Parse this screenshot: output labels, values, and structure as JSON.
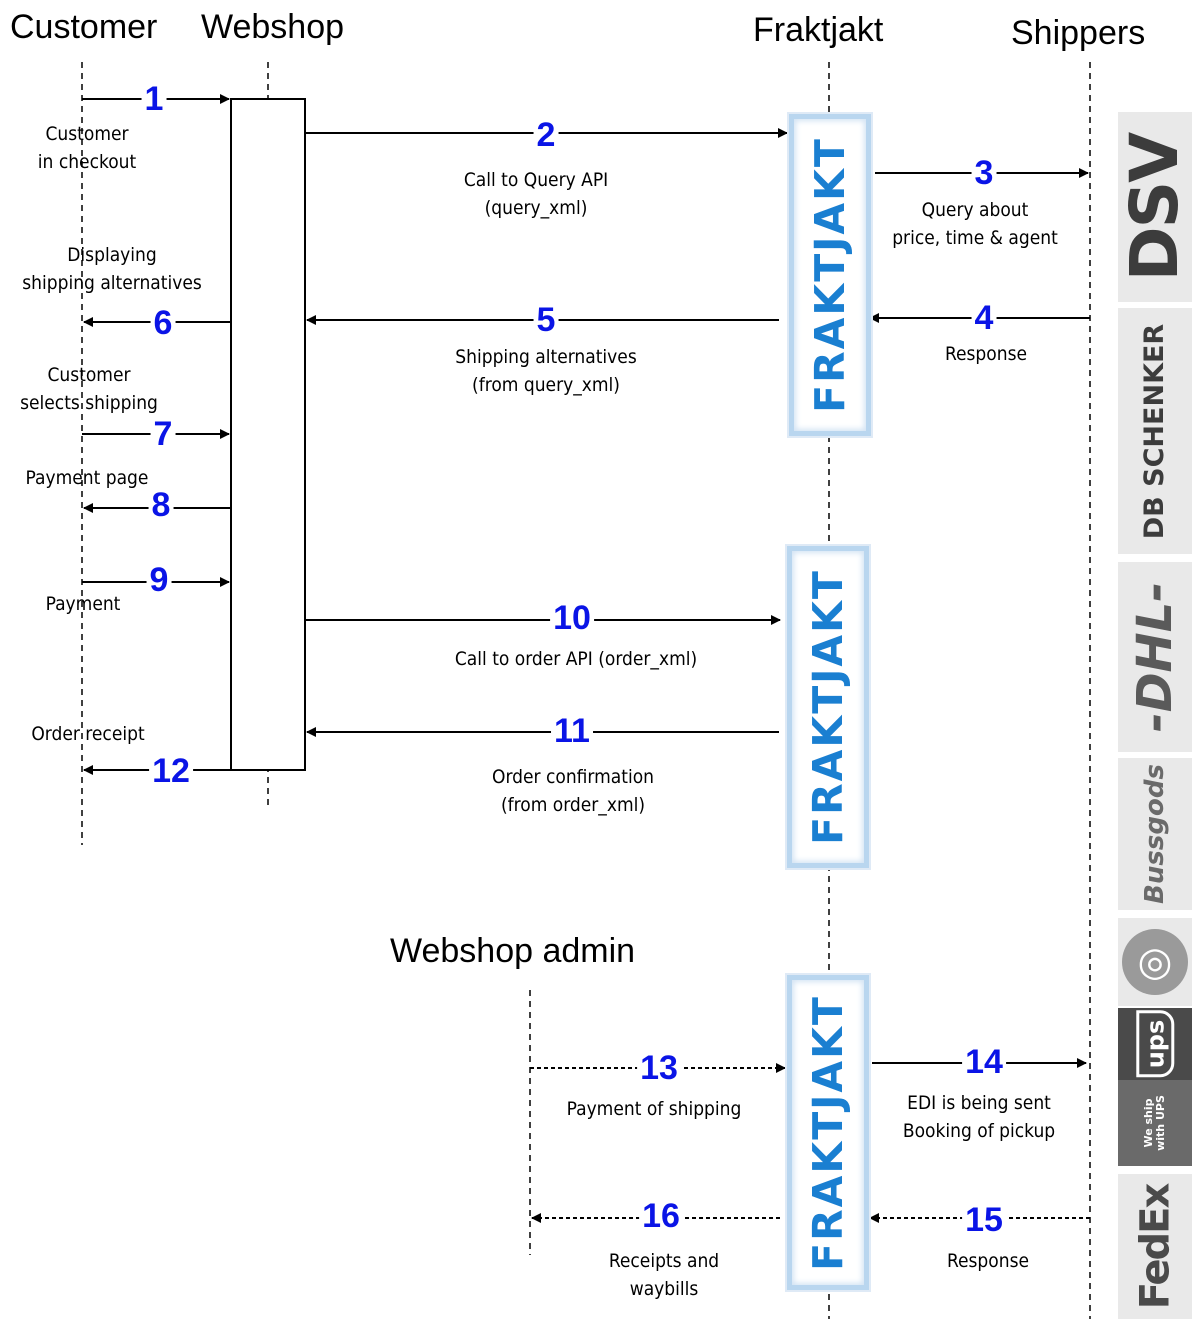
{
  "headers": {
    "customer": "Customer",
    "webshop": "Webshop",
    "fraktjakt": "Fraktjakt",
    "shippers": "Shippers",
    "webshop_admin": "Webshop  admin"
  },
  "brand_text": "FRAKTJAKT",
  "steps": [
    {
      "num": "1"
    },
    {
      "num": "2"
    },
    {
      "num": "3"
    },
    {
      "num": "4"
    },
    {
      "num": "5"
    },
    {
      "num": "6"
    },
    {
      "num": "7"
    },
    {
      "num": "8"
    },
    {
      "num": "9"
    },
    {
      "num": "10"
    },
    {
      "num": "11"
    },
    {
      "num": "12"
    },
    {
      "num": "13"
    },
    {
      "num": "14"
    },
    {
      "num": "15"
    },
    {
      "num": "16"
    }
  ],
  "labels": {
    "customer_checkout": "Customer\nin checkout",
    "query_api": "Call to Query API\n(query_xml)",
    "query_about": "Query about\nprice, time & agent",
    "displaying": "Displaying\nshipping alternatives",
    "shipping_alternatives": "Shipping alternatives\n(from query_xml)",
    "response_top": "Response",
    "customer_selects": "Customer\nselects shipping",
    "payment_page": "Payment page",
    "payment": "Payment",
    "order_api": "Call to order API (order_xml)",
    "order_receipt": "Order receipt",
    "order_confirmation": "Order confirmation\n(from order_xml)",
    "payment_of_shipping": "Payment of shipping",
    "edi": "EDI is being sent\nBooking of pickup",
    "receipts": "Receipts and\nwaybills",
    "response_bottom": "Response"
  },
  "shipper_logos": [
    {
      "name": "DSV",
      "text": "DSV",
      "color": "#3c3c3c",
      "bg": "#e9e9e9"
    },
    {
      "name": "DB Schenker",
      "text": "DB  SCHENKER",
      "color": "#3c3c3c",
      "bg": "#e9e9e9"
    },
    {
      "name": "DHL",
      "text": "-DHL-",
      "color": "#5a5a5a",
      "bg": "#e9e9e9"
    },
    {
      "name": "Bussgods",
      "text": "Bussgods",
      "color": "#6a6a6a",
      "bg": "#e9e9e9"
    },
    {
      "name": "Posten",
      "text": "◎",
      "color": "#ffffff",
      "bg": "#e9e9e9"
    },
    {
      "name": "UPS",
      "text": "ups",
      "color": "#ffffff",
      "bg": "#4a4a4a"
    },
    {
      "name": "UPS tagline",
      "text": "We ship with UPS",
      "color": "#ffffff",
      "bg": "#6a6a6a"
    },
    {
      "name": "FedEx",
      "text": "FedEx",
      "color": "#4a4a4a",
      "bg": "#e9e9e9"
    }
  ]
}
